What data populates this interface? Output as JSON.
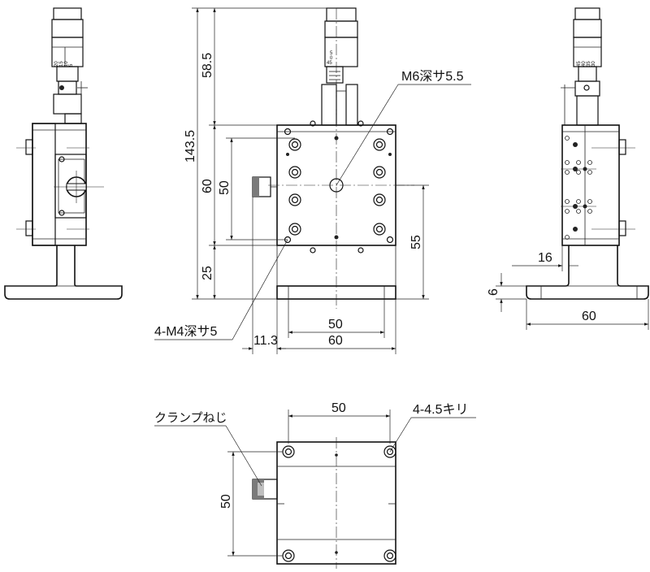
{
  "dims": {
    "total_height": "143.5",
    "micrometer_height": "58.5",
    "height_60": "60",
    "height_50": "50",
    "height_25": "25",
    "height_55": "55",
    "width_50_front": "50",
    "width_60_front": "60",
    "offset_11_3": "11.3",
    "side_16": "16",
    "side_6": "6",
    "side_60": "60",
    "bottom_50_h": "50",
    "bottom_50_v": "50"
  },
  "callouts": {
    "m6": "M6深サ5.5",
    "m4": "4-M4深サ5",
    "clamp": "クランプねじ",
    "holes": "4-4.5キリ"
  },
  "micrometer_scale": {
    "left": [
      "20",
      "15",
      "10",
      "5"
    ],
    "front": [
      "5",
      "0",
      "45"
    ],
    "right": [
      "45",
      "40",
      "35",
      "30"
    ]
  }
}
